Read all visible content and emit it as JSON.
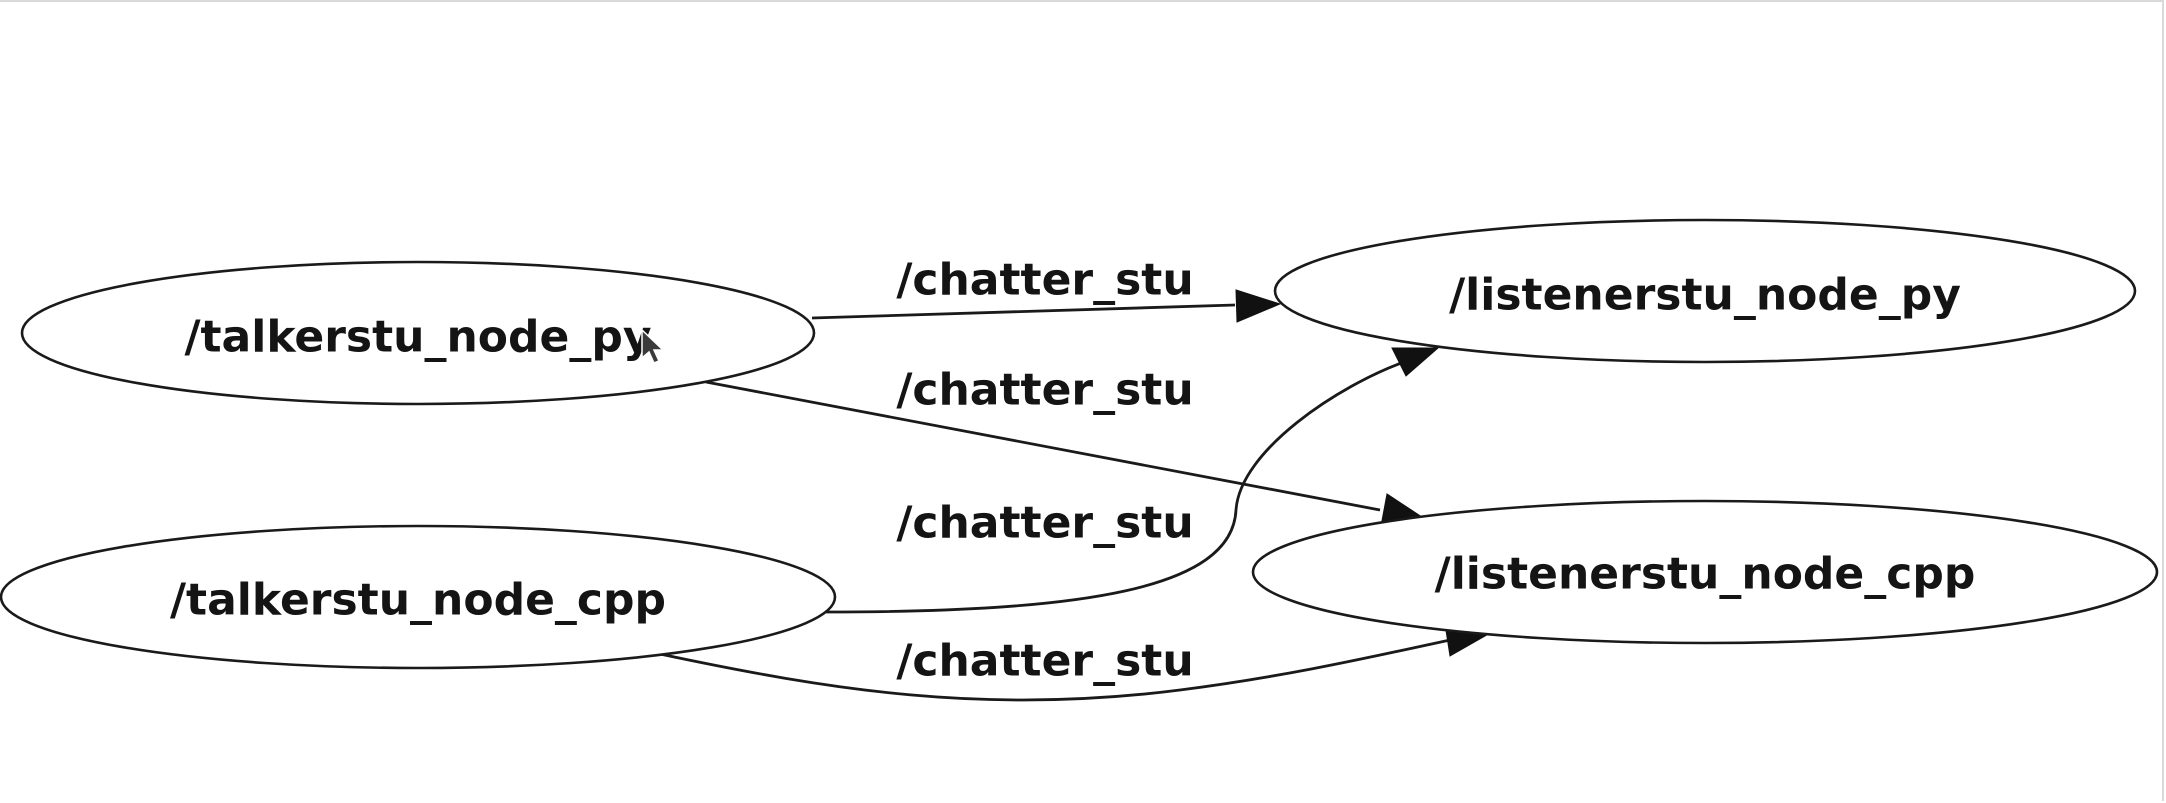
{
  "graph": {
    "nodes": [
      {
        "id": "talker_py",
        "label": "/talkerstu_node_py"
      },
      {
        "id": "talker_cpp",
        "label": "/talkerstu_node_cpp"
      },
      {
        "id": "listener_py",
        "label": "/listenerstu_node_py"
      },
      {
        "id": "listener_cpp",
        "label": "/listenerstu_node_cpp"
      }
    ],
    "edges": [
      {
        "from": "talker_py",
        "to": "listener_py",
        "label": "/chatter_stu"
      },
      {
        "from": "talker_py",
        "to": "listener_cpp",
        "label": "/chatter_stu"
      },
      {
        "from": "talker_cpp",
        "to": "listener_py",
        "label": "/chatter_stu"
      },
      {
        "from": "talker_cpp",
        "to": "listener_cpp",
        "label": "/chatter_stu"
      }
    ]
  }
}
